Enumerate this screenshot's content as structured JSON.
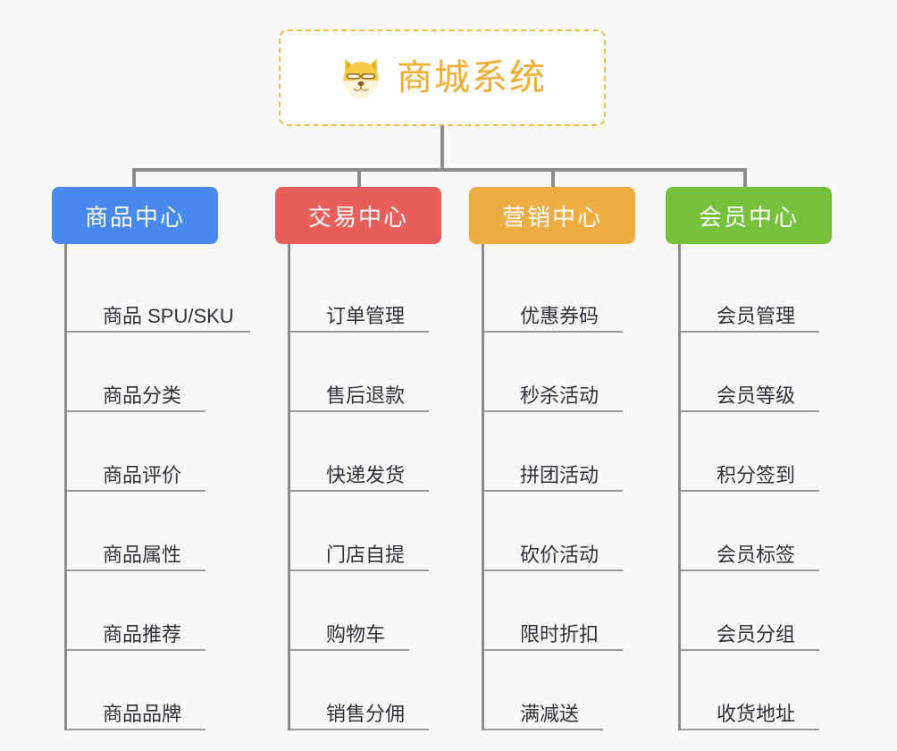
{
  "root": {
    "title": "商城系统",
    "icon": "shiba-dog-emoji",
    "text_color": "#f0ab33",
    "border_color": "#f2bb4a"
  },
  "colors": {
    "background": "#f8f8f8",
    "connector": "#8c8c8c",
    "leaf_text": "#2f3136",
    "leaf_rule": "#9a9a9a"
  },
  "columns": [
    {
      "title": "商品中心",
      "color": "#4889ed",
      "items": [
        {
          "label": "商品 SPU/SKU",
          "rule_width": 205
        },
        {
          "label": "商品分类",
          "rule_width": 155
        },
        {
          "label": "商品评价",
          "rule_width": 155
        },
        {
          "label": "商品属性",
          "rule_width": 155
        },
        {
          "label": "商品推荐",
          "rule_width": 155
        },
        {
          "label": "商品品牌",
          "rule_width": 155
        }
      ]
    },
    {
      "title": "交易中心",
      "color": "#e85f5a",
      "items": [
        {
          "label": "订单管理",
          "rule_width": 155
        },
        {
          "label": "售后退款",
          "rule_width": 155
        },
        {
          "label": "快递发货",
          "rule_width": 155
        },
        {
          "label": "门店自提",
          "rule_width": 155
        },
        {
          "label": "购物车",
          "rule_width": 133
        },
        {
          "label": "销售分佣",
          "rule_width": 155
        }
      ]
    },
    {
      "title": "营销中心",
      "color": "#edad44",
      "items": [
        {
          "label": "优惠券码",
          "rule_width": 155
        },
        {
          "label": "秒杀活动",
          "rule_width": 155
        },
        {
          "label": "拼团活动",
          "rule_width": 155
        },
        {
          "label": "砍价活动",
          "rule_width": 155
        },
        {
          "label": "限时折扣",
          "rule_width": 155
        },
        {
          "label": "满减送",
          "rule_width": 133
        }
      ]
    },
    {
      "title": "会员中心",
      "color": "#76c13c",
      "items": [
        {
          "label": "会员管理",
          "rule_width": 155
        },
        {
          "label": "会员等级",
          "rule_width": 155
        },
        {
          "label": "积分签到",
          "rule_width": 155
        },
        {
          "label": "会员标签",
          "rule_width": 155
        },
        {
          "label": "会员分组",
          "rule_width": 155
        },
        {
          "label": "收货地址",
          "rule_width": 155
        }
      ]
    }
  ]
}
